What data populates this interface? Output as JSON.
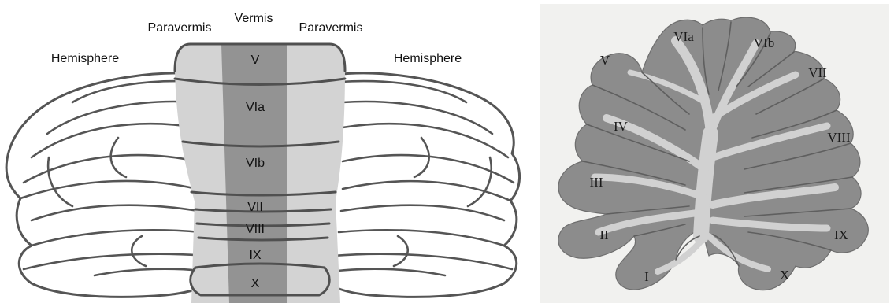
{
  "schematic": {
    "labels": {
      "vermis": "Vermis",
      "paravermis_left": "Paravermis",
      "paravermis_right": "Paravermis",
      "hemisphere_left": "Hemisphere",
      "hemisphere_right": "Hemisphere"
    },
    "lobules": [
      "V",
      "VIa",
      "VIb",
      "VII",
      "VIII",
      "IX",
      "X"
    ],
    "colors": {
      "paravermis": "#d3d3d3",
      "vermis": "#939393",
      "outline": "#555555"
    }
  },
  "section": {
    "lobules": [
      "VIa",
      "VIb",
      "V",
      "VII",
      "IV",
      "VIII",
      "III",
      "II",
      "IX",
      "I",
      "X"
    ],
    "colors": {
      "tissue": "#8c8c8c",
      "white_matter": "#cfcfcf",
      "background": "#f1f1ef"
    }
  }
}
